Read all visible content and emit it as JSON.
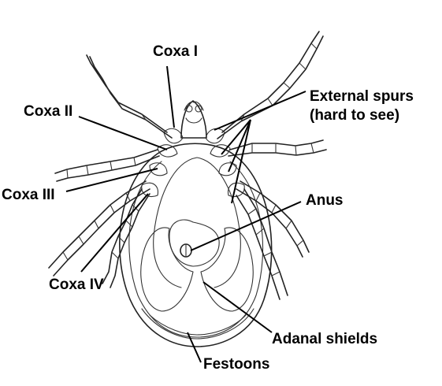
{
  "labels": {
    "coxa_i": "Coxa I",
    "coxa_ii": "Coxa II",
    "coxa_iii": "Coxa III",
    "coxa_iv": "Coxa IV",
    "external_spurs_line1": "External spurs",
    "external_spurs_line2": "(hard to see)",
    "anus": "Anus",
    "adanal_shields": "Adanal shields",
    "festoons": "Festoons"
  }
}
